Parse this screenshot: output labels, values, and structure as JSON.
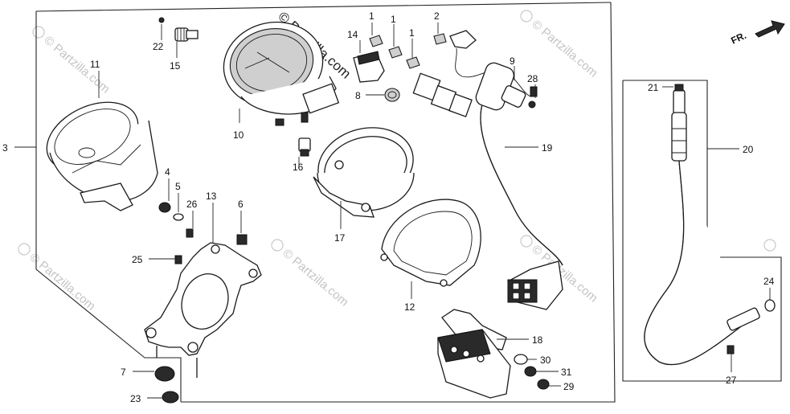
{
  "diagram": {
    "watermark_text": "© Partzilla.com",
    "brand_text": "© Partzilla.com",
    "front_arrow_label": "FR.",
    "part_numbers": {
      "p1a": "1",
      "p1b": "1",
      "p1c": "1",
      "p2": "2",
      "p3": "3",
      "p4": "4",
      "p5": "5",
      "p6": "6",
      "p7": "7",
      "p8": "8",
      "p9": "9",
      "p10": "10",
      "p11": "11",
      "p12": "12",
      "p13": "13",
      "p14": "14",
      "p15": "15",
      "p16": "16",
      "p17": "17",
      "p18": "18",
      "p19": "19",
      "p20": "20",
      "p21": "21",
      "p22": "22",
      "p23": "23",
      "p24": "24",
      "p25": "25",
      "p26": "26",
      "p27": "27",
      "p28": "28",
      "p29": "29",
      "p30": "30",
      "p31": "31"
    }
  }
}
